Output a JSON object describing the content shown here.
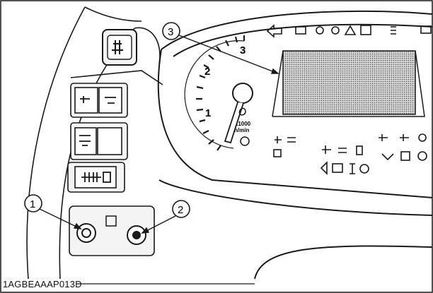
{
  "diagram": {
    "caption": "1AGBEAAAP013D",
    "callouts": [
      "1",
      "2",
      "3"
    ],
    "tach_numbers": [
      "1",
      "2",
      "3"
    ],
    "tach_unit_line1": "X1000",
    "tach_unit_line2": "n/min"
  },
  "colors": {
    "line": "#1a1a1a",
    "lcd_fill": "#bdbdbd",
    "background": "#ffffff"
  }
}
